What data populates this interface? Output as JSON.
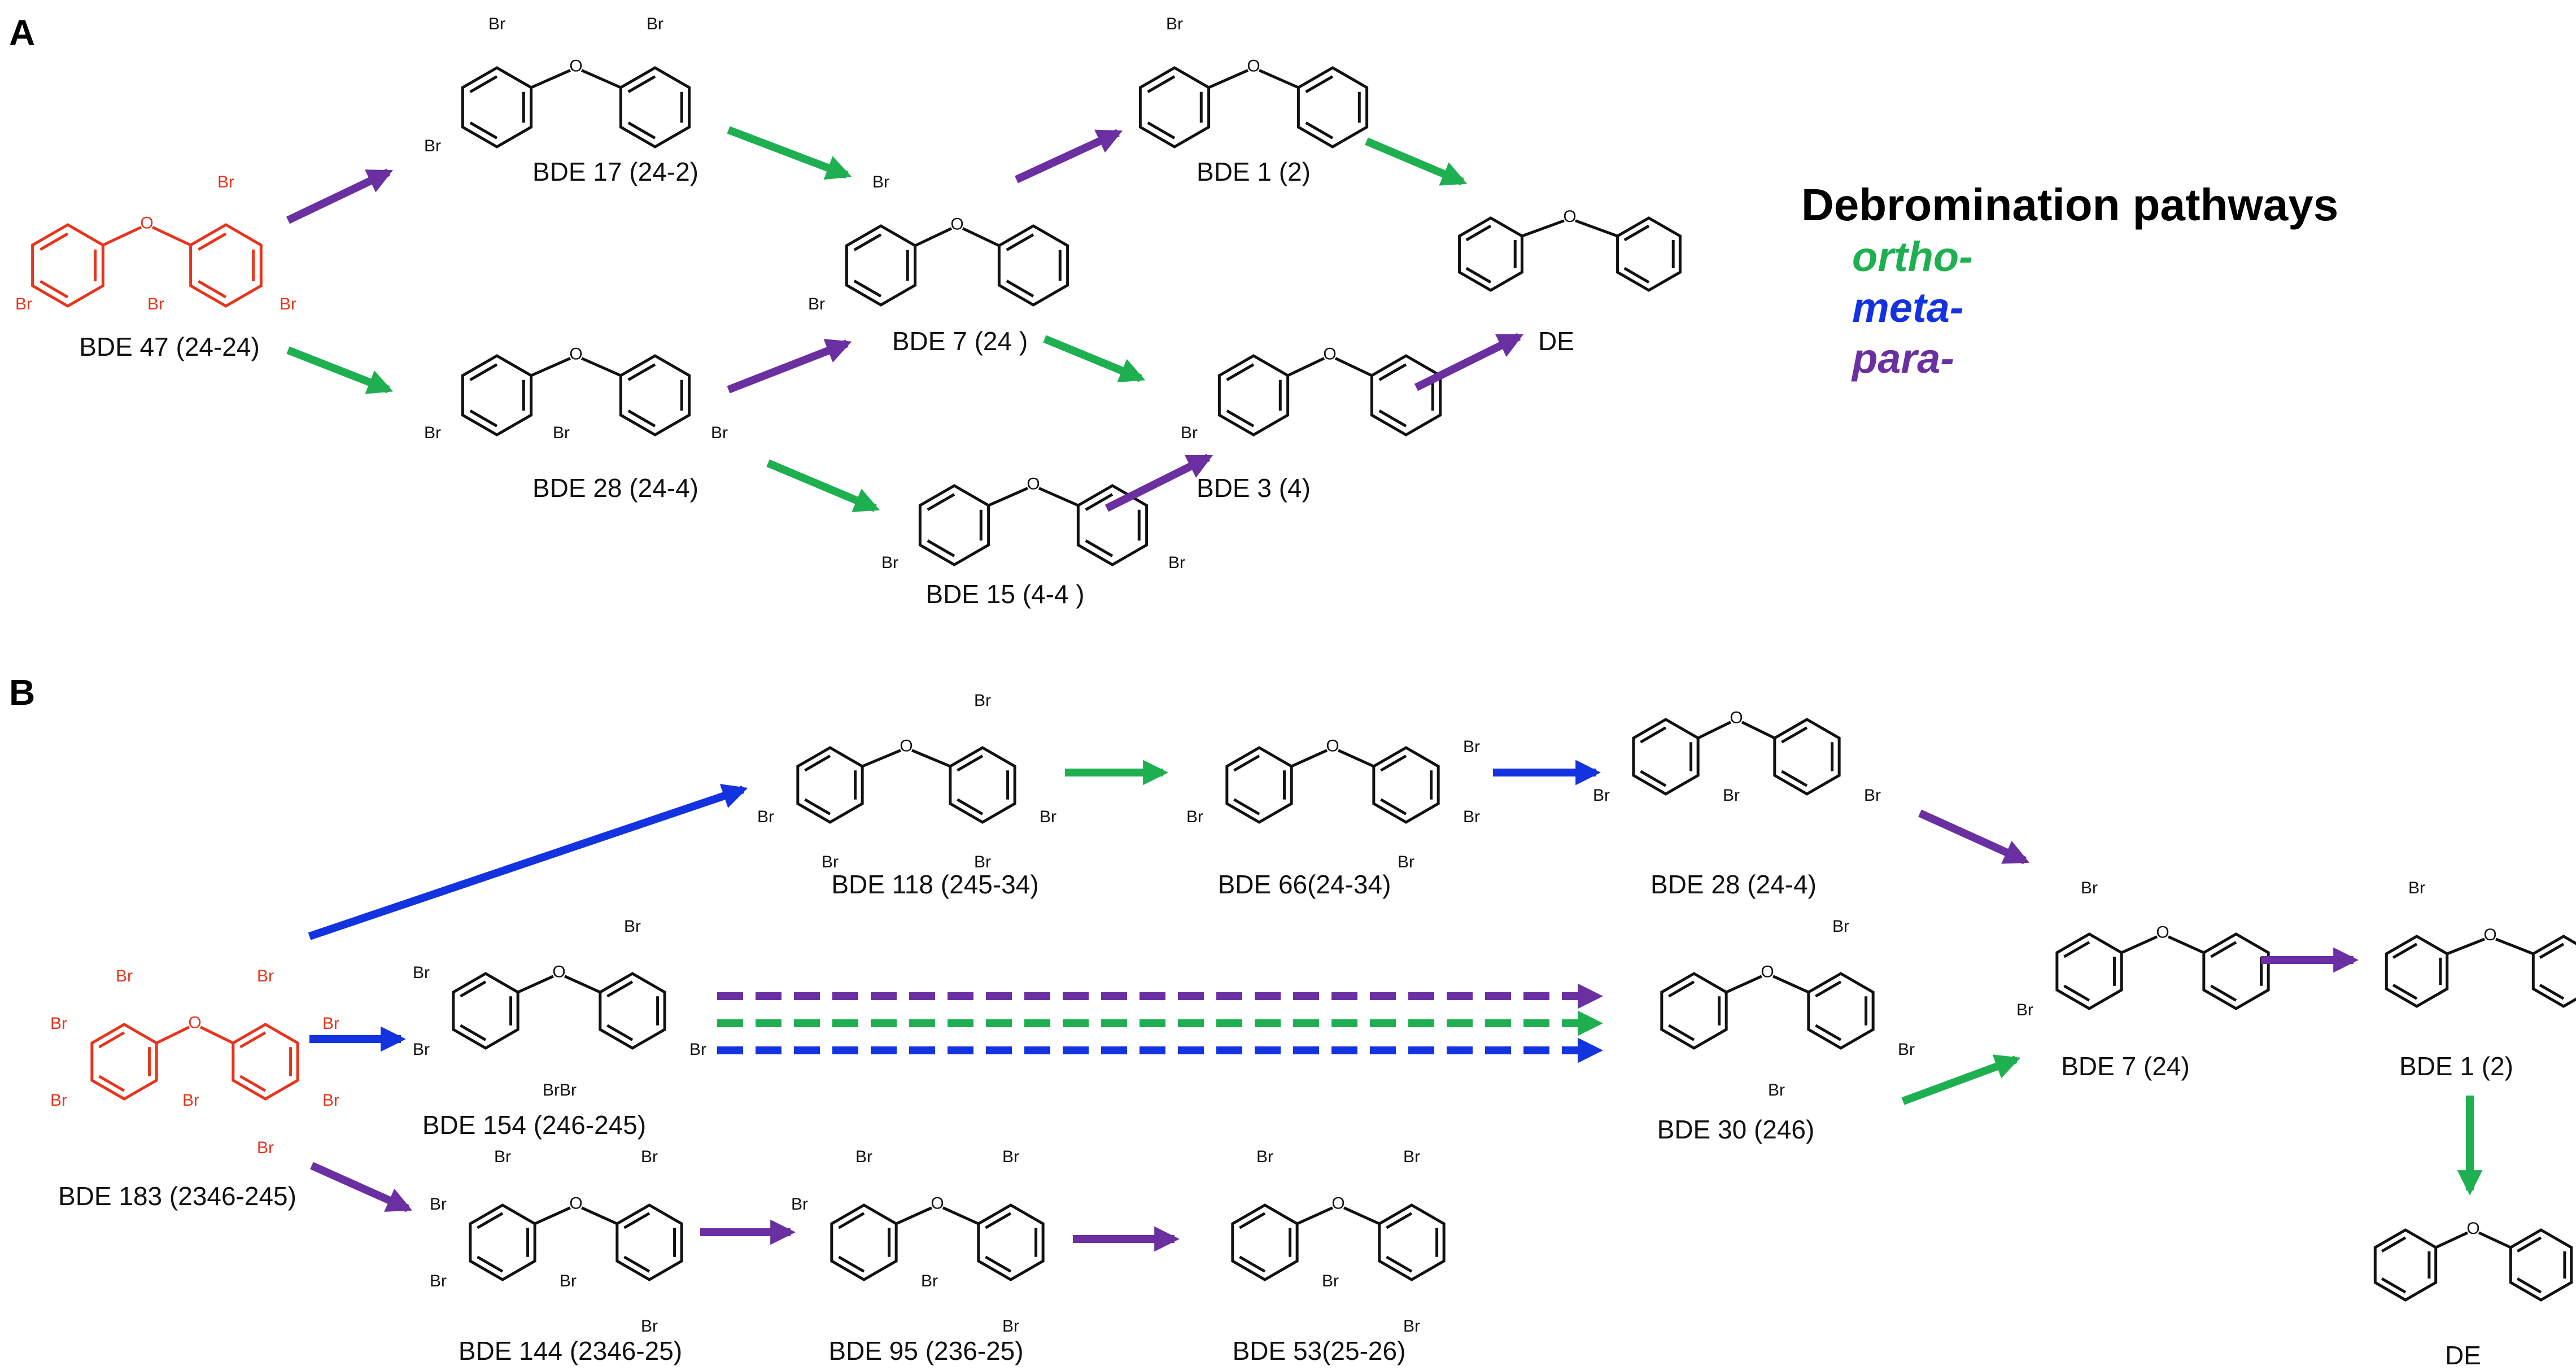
{
  "panels": {
    "a": "A",
    "b": "B"
  },
  "legend": {
    "title": "Debromination pathways",
    "ortho": "ortho-",
    "meta": "meta-",
    "para": "para-"
  },
  "colors": {
    "ortho": "#1eb050",
    "meta": "#1433e0",
    "para": "#6a2fa0",
    "parent": "#e8341c",
    "bond": "#111111"
  },
  "atoms": {
    "br": "Br",
    "o": "O"
  },
  "labels": {
    "a_bde47": "BDE 47 (24-24)",
    "a_bde17": "BDE 17 (24-2)",
    "a_bde28": "BDE 28 (24-4)",
    "a_bde7": "BDE 7 (24 )",
    "a_bde1": "BDE 1 (2)",
    "a_bde3": "BDE 3 (4)",
    "a_bde15": "BDE 15 (4-4 )",
    "a_de": "DE",
    "b_bde183": "BDE 183 (2346-245)",
    "b_bde118": "BDE 118 (245-34)",
    "b_bde66": "BDE 66(24-34)",
    "b_bde28": "BDE 28 (24-4)",
    "b_bde154": "BDE 154 (246-245)",
    "b_bde30": "BDE 30 (246)",
    "b_bde7": "BDE 7 (24)",
    "b_bde1": "BDE 1 (2)",
    "b_de": "DE",
    "b_bde144": "BDE 144 (2346-25)",
    "b_bde95": "BDE 95 (236-25)",
    "b_bde53": "BDE 53(25-26)"
  }
}
